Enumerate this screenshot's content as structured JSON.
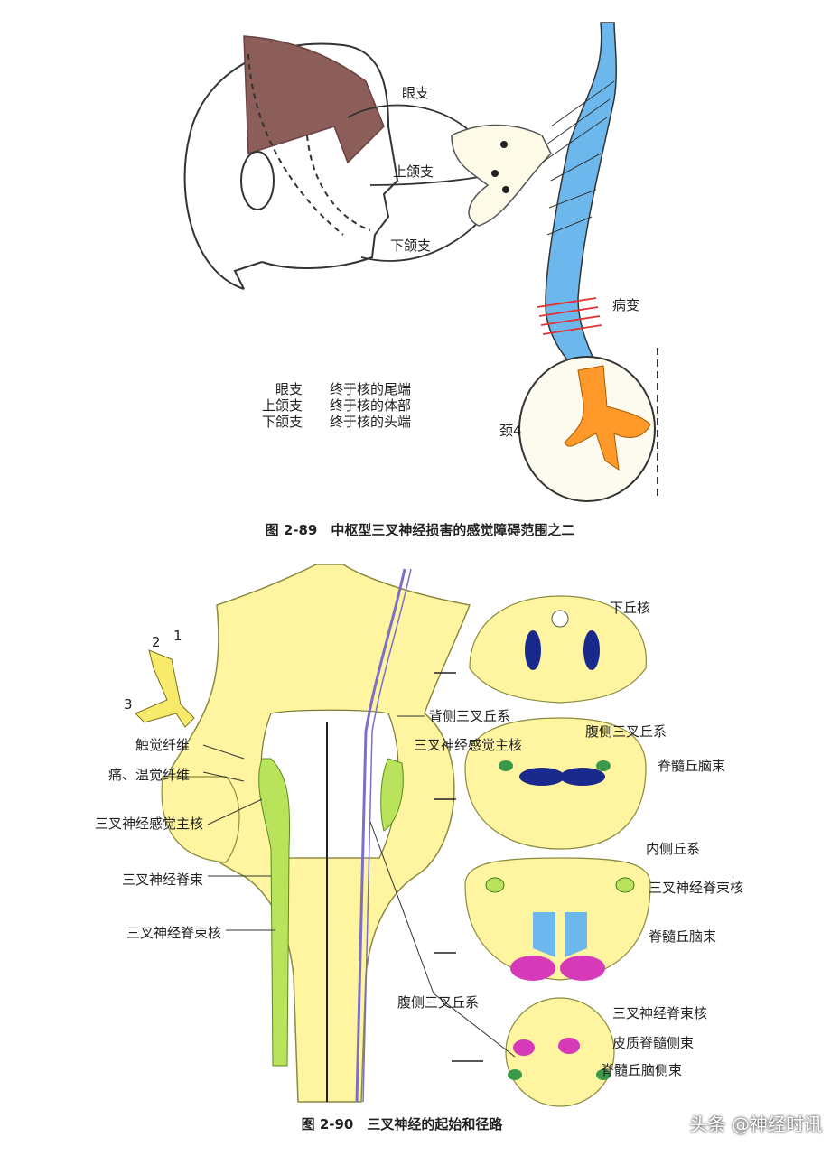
{
  "figure_89": {
    "branch_labels": [
      "眼支",
      "上颌支",
      "下颌支"
    ],
    "lesion_label": "病变",
    "legend": [
      {
        "branch": "眼支",
        "ending": "终于核的尾端"
      },
      {
        "branch": "上颌支",
        "ending": "终于核的体部"
      },
      {
        "branch": "下颌支",
        "ending": "终于核的头端"
      }
    ],
    "level_label": "颈4",
    "caption": "图 2-89　中枢型三叉神经损害的感觉障碍范围之二"
  },
  "figure_90": {
    "root_numbers": [
      "2",
      "1",
      "3"
    ],
    "left_labels": [
      "触觉纤维",
      "痛、温觉纤维",
      "三叉神经感觉主核",
      "三叉神经脊束",
      "三叉神经脊束核"
    ],
    "center_labels": [
      "背侧三叉丘系",
      "三叉神经感觉主核",
      "腹侧三叉丘系"
    ],
    "right_labels": [
      "下丘核",
      "腹侧三叉丘系",
      "脊髓丘脑束",
      "内侧丘系",
      "三叉神经脊束核",
      "脊髓丘脑束",
      "三叉神经脊束核",
      "皮质脊髓侧束",
      "脊髓丘脑侧束"
    ],
    "caption": "图 2-90　三叉神经的起始和径路"
  },
  "watermark": "头条 @神经时讯",
  "colors": {
    "brainstem_yellow": "#fff4a0",
    "nucleus_green": "#b9e35a",
    "tract_blue": "#6cb8ec",
    "nucleus_orange": "#ff9a2a",
    "skin_brown": "#8b5e5a",
    "lesion_red": "#e53030",
    "deep_blue": "#1a2a8c",
    "magenta": "#d63ab8"
  }
}
